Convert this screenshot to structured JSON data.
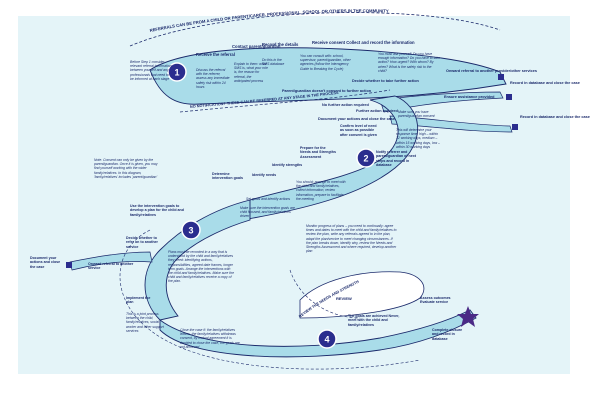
{
  "colors": {
    "panel": "#e4f4f8",
    "road": "#a9dce9",
    "road_edge": "#1b2a6b",
    "step_circle": "#2b2d8e",
    "star": "#4a2a86",
    "text": "#1b2a6b"
  },
  "banners": {
    "top_arc": "REFERRALS CAN BE FROM A CHILD OR PARENT/CARER, PROFESSIONAL, SCHOOL OR OTHERS IN THE COMMUNITY",
    "return_arc": "NO NOTIFICATION? THESE CAN BE REFERRED AT ANY STAGE IN THE PROCESS"
  },
  "steps": {
    "step1": "1",
    "step2": "2",
    "step3": "3",
    "step4": "4"
  },
  "stage1": {
    "receive": "Receive the referral",
    "contact": "Contact parent/guardian",
    "record": "Record the details",
    "receive_consent": "Receive consent Collect and record the information",
    "parent_no_consent": "Parent/guardian doesn't consent to further action",
    "decide": "Decide whether to take further action",
    "further": "Further action required",
    "no_further": "No further action required",
    "document": "Document your actions and close the case",
    "ensure": "Ensure assistance provided",
    "onward": "Onward referral to another provider/other services",
    "record_close": "Record in database and close the case",
    "record_close2": "Record in database and close the case",
    "before_step1": "Before Step 1 consider relevant referral information between yourself and any professionals that need to be informed at each stage",
    "discuss": "Discuss the referral with the referrer, assess any immediate safety risk within 24 hours",
    "explain": "Explain to them: what SMS is, what your role is, the reason for referral, the anticipated process",
    "do_this": "Do this in the SMS database",
    "can_consult": "You can consult with: school, supervisor, parent/guardian, other agencies (follow the Interagency Guide to Breaking the Cycle)",
    "ask_yourself": "You must ask yourself: Do you have enough information? Do you have to take action? How urgent? With whom? By when? What is the safety risk to the child?",
    "make_sure": "Make sure you have parent/guardian consent",
    "this_will": "This will determine your response time: high – within 12 working days, medium – within 15 working days, low – within 30 working days"
  },
  "stage2": {
    "confirm": "Confirm level of need as soon as possible after consent is given",
    "notify": "Notify referrer and parent/guardian of next steps and record in database",
    "prepare": "Prepare for the Needs and Strengths Assessment",
    "identify_strengths": "Identify strengths",
    "identify_needs": "Identify needs",
    "determine": "Determine intervention goals",
    "you_should": "You should: arrange to meet with the child and family/relatives, collect information, review information, prepare to facilitate the meeting",
    "set_goals": "Set goals and identify actions",
    "make_sure_goals": "Make sure the intervention goals are child focused, and family/relatives driven"
  },
  "stage3": {
    "use_goals": "Use the intervention goals to develop a plan for the child and family/relatives",
    "decide_refer": "Decide whether to refer on to another service",
    "onward_left": "Onward referral to another service",
    "document_left": "Document your actions and close the case",
    "implement": "Implement the plan",
    "note": "Note: Consent can only be given by the parent/guardian. Once it is given, you may find yourself working with the wider family/relatives. In this diagram, 'family/relatives' includes 'parent/guardian'",
    "plans_recorded": "Plans must be recorded in a way that is understood by the child and family/relatives they need: identifying actions, responsibilities, agreed date frames, longer term goals. Arrange the interventions with the child and family/relatives. Make sure the child and family/relatives receive a copy of the plan.",
    "joint_process": "This is a joint process between the child, family/relatives, social worker and other support services",
    "close_case": "Close the case if: the family/relatives leaves, the family/relatives withdraws consent, by mutual agreement it is decided to close the case, the goals are not achieved",
    "review_arc": "REVIEW THE NEEDS AND STRENGTHS"
  },
  "stage4": {
    "goals_achieved": "The goals are achieved Never, meet with the child and family/relatives",
    "assess": "Assess outcomes Evaluate service",
    "complete": "Complete closure and record in database",
    "monitor": "Monitor progress of plans – you need to continually: agree times and dates to meet with the child and family/relatives to review the plan, write any referrals agreed to in the plan, adapt the plan/service to meet changing circumstances. If the plan breaks down, identify why, review the Needs and Strengths Assessment and where required, develop another plan",
    "review_label": "REVIEW"
  }
}
